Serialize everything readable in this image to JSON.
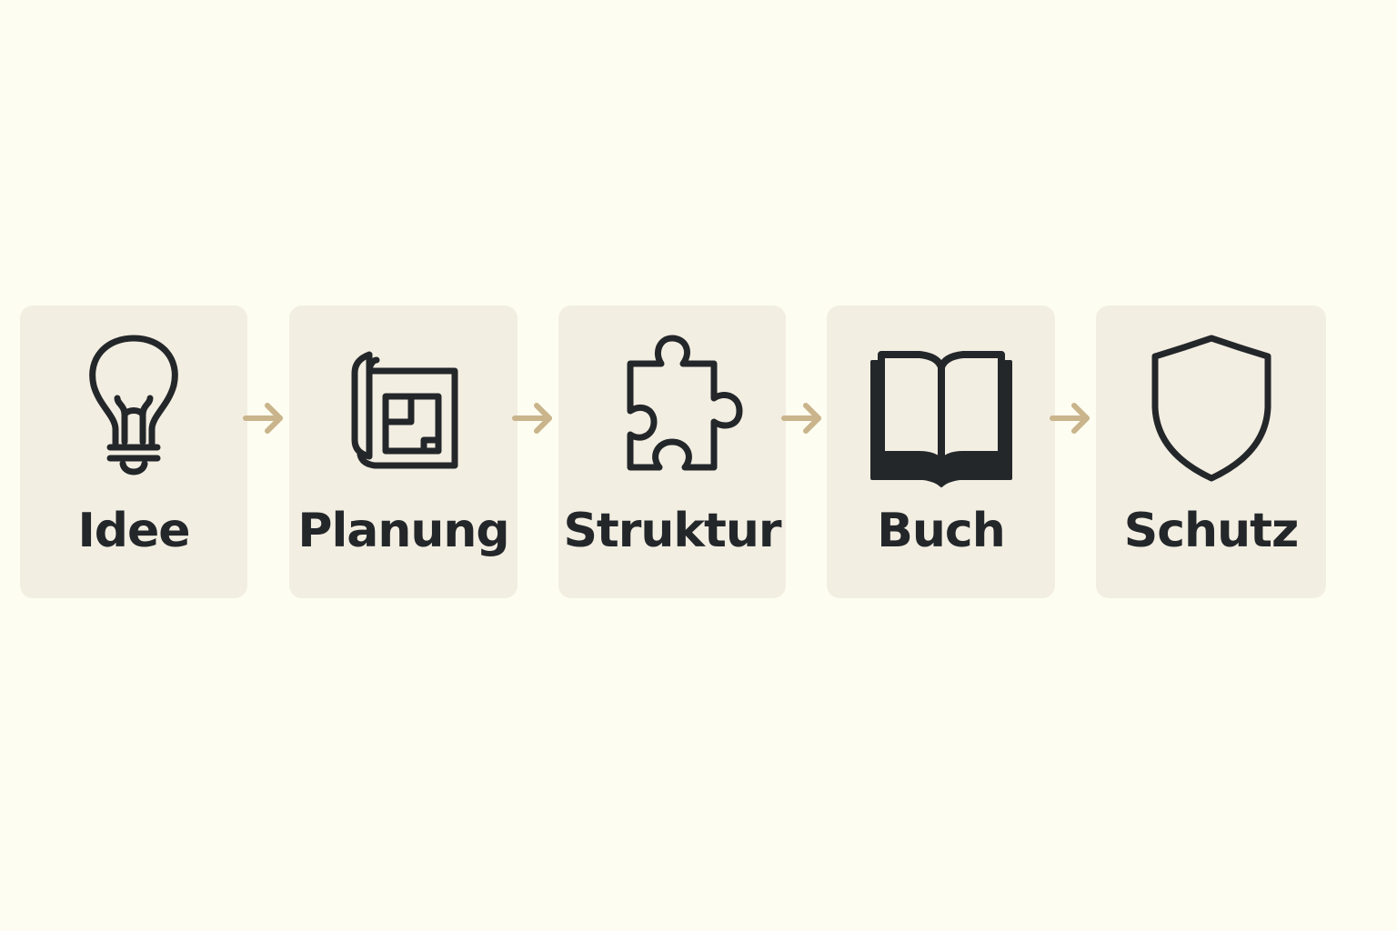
{
  "colors": {
    "background": "#FDFDF1",
    "card": "#F3EEE2",
    "icon": "#23272A",
    "arrow": "#C9B48B"
  },
  "steps": [
    {
      "label": "Idee",
      "icon": "lightbulb-icon"
    },
    {
      "label": "Planung",
      "icon": "blueprint-icon"
    },
    {
      "label": "Struktur",
      "icon": "puzzle-piece-icon"
    },
    {
      "label": "Buch",
      "icon": "open-book-icon"
    },
    {
      "label": "Schutz",
      "icon": "shield-icon"
    }
  ]
}
